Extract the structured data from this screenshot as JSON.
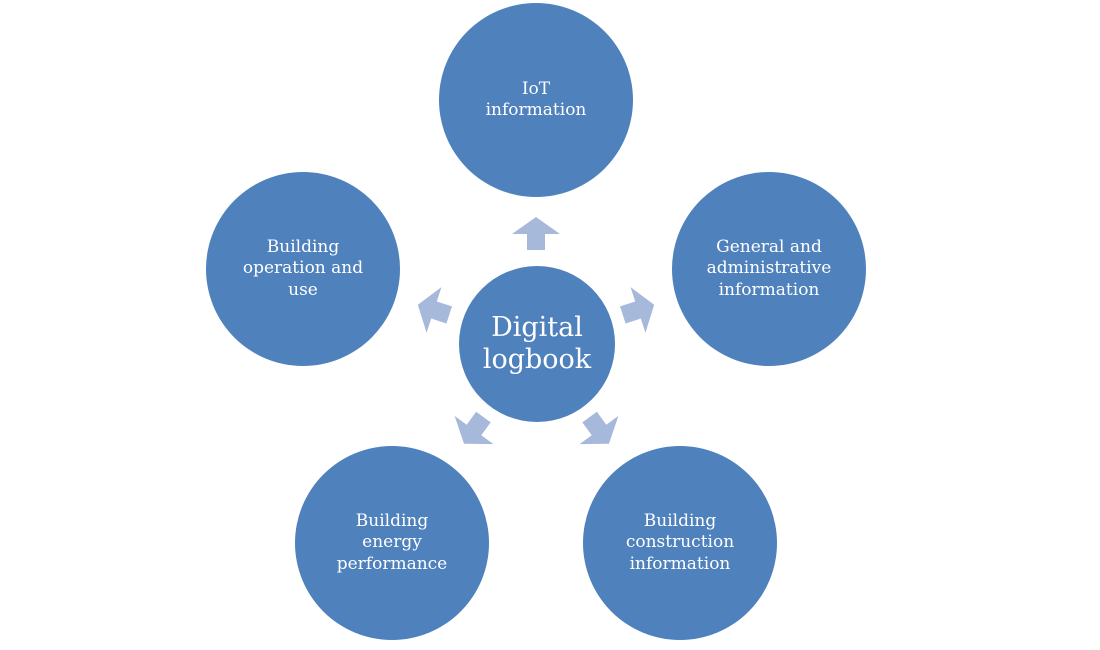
{
  "colors": {
    "node_fill": "#4f81bd",
    "arrow_fill": "#a7b9da",
    "text": "#ffffff",
    "background": "#ffffff"
  },
  "diagram": {
    "center": {
      "label": "Digital\nlogbook"
    },
    "nodes": [
      {
        "id": "iot",
        "label": "IoT\ninformation"
      },
      {
        "id": "general",
        "label": "General and\nadministrative\ninformation"
      },
      {
        "id": "construction",
        "label": "Building\nconstruction\ninformation"
      },
      {
        "id": "energy",
        "label": "Building\nenergy\nperformance"
      },
      {
        "id": "operation",
        "label": "Building\noperation and\nuse"
      }
    ]
  }
}
